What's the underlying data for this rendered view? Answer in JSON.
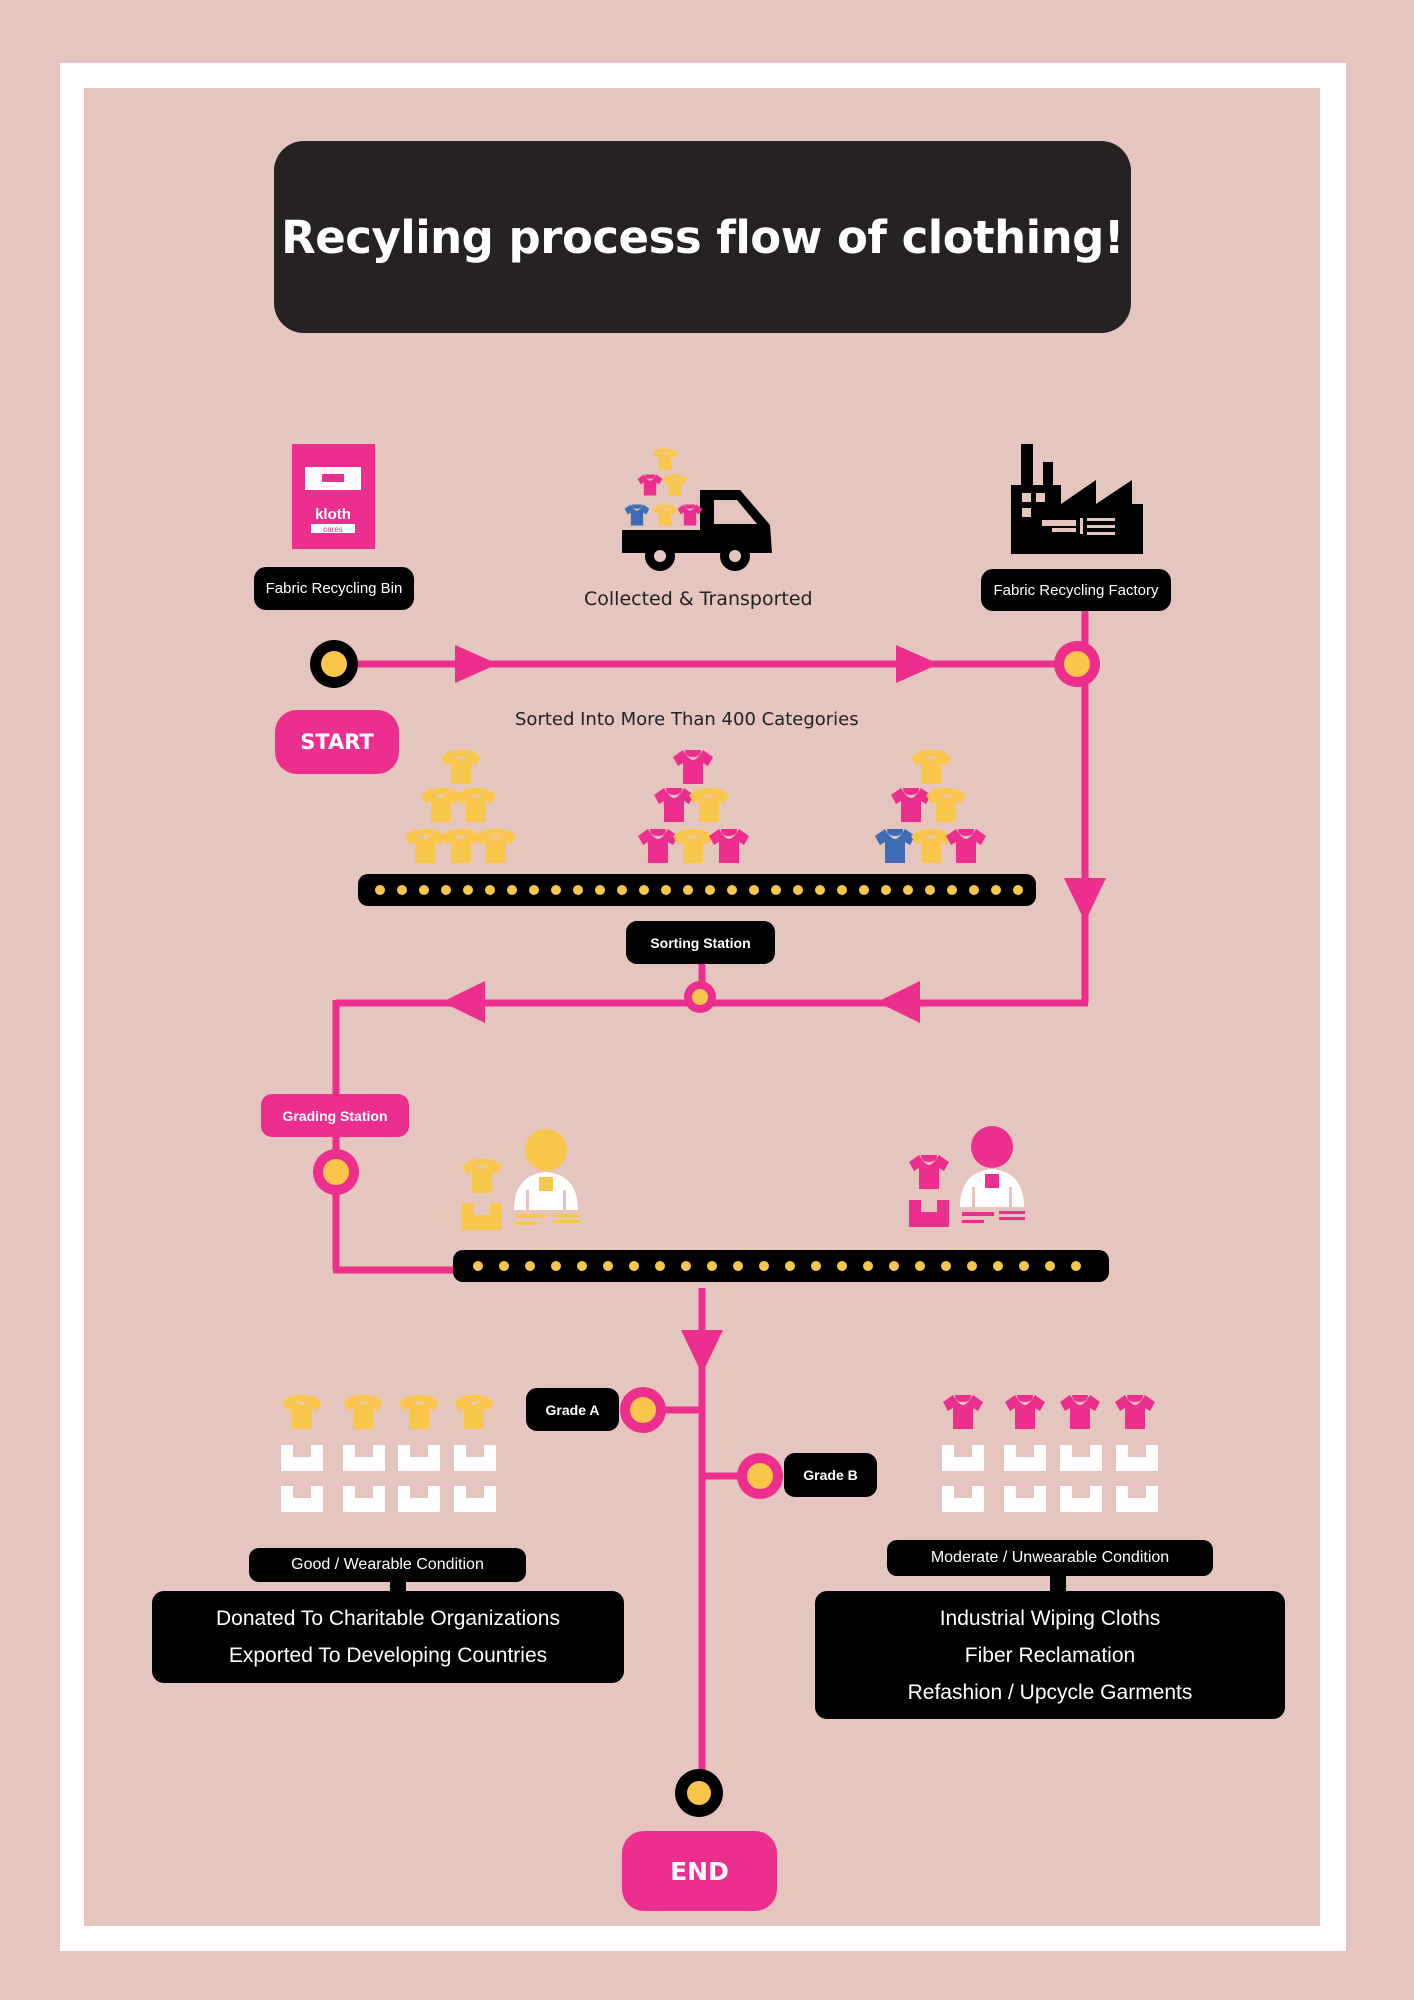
{
  "title": "Recyling process flow of clothing!",
  "colors": {
    "background": "#e5c6bf",
    "frame": "#ffffff",
    "pink": "#ec2f8f",
    "yellow": "#f9c54a",
    "blue": "#3e6bb5",
    "black": "#000000",
    "title_bg": "#272222"
  },
  "nodes": {
    "start": "START",
    "end": "END",
    "bin_label": "Fabric Recycling Bin",
    "bin_brand": "kloth",
    "bin_brand_sub": "cares",
    "transport_label": "Collected & Transported",
    "factory_label": "Fabric Recycling Factory",
    "sorted_label": "Sorted Into More Than 400 Categories",
    "sorting_station": "Sorting Station",
    "grading_station": "Grading Station",
    "grade_a": "Grade A",
    "grade_b": "Grade B"
  },
  "outcomes": {
    "grade_a": {
      "condition": "Good /  Wearable Condition",
      "uses": [
        "Donated  To Charitable Organizations",
        "Exported  To Developing Countries"
      ]
    },
    "grade_b": {
      "condition": "Moderate / Unwearable Condition",
      "uses": [
        "Industrial  Wiping Cloths",
        "Fiber  Reclamation",
        "Refashion / Upcycle Garments"
      ]
    }
  },
  "icons": {
    "bin": "recycling-bin-icon",
    "truck": "truck-icon",
    "factory": "factory-icon",
    "shirt": "shirt-icon",
    "box": "box-icon",
    "worker": "worker-icon",
    "arrow": "arrow-icon",
    "node": "flow-node-icon"
  }
}
